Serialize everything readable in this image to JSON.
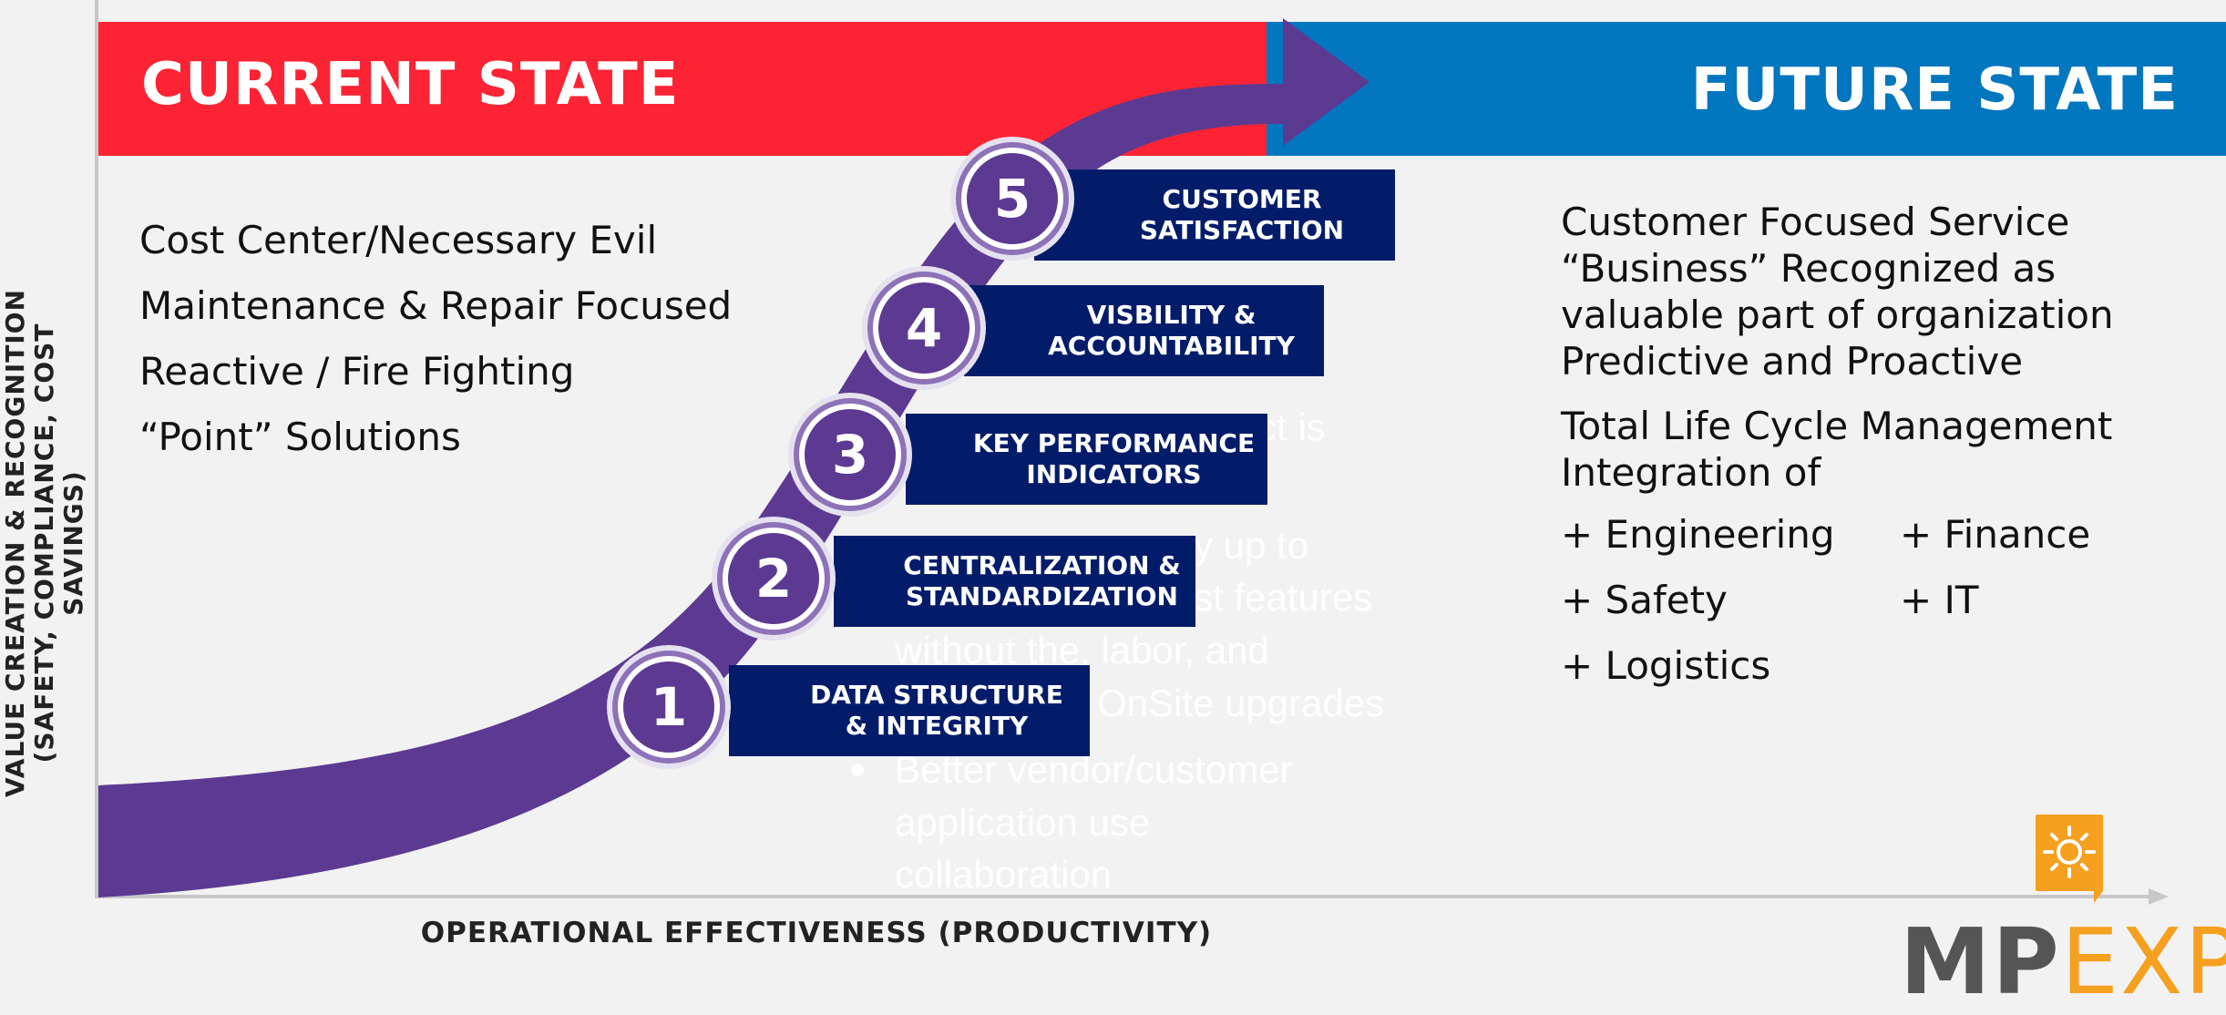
{
  "bands": {
    "current_title": "CURRENT STATE",
    "future_title": "FUTURE STATE",
    "current_color": "#fc2434",
    "future_color": "#0276be"
  },
  "current_state": {
    "items": [
      "Cost Center/Necessary Evil",
      "Maintenance & Repair Focused",
      "Reactive / Fire Fighting",
      "“Point” Solutions"
    ]
  },
  "future_state": {
    "lines": [
      "Customer Focused Service",
      "“Business”  Recognized as",
      "valuable part of organization",
      "Predictive and Proactive"
    ],
    "lifecycle": [
      "Total Life Cycle Management",
      "Integration of"
    ],
    "integration": [
      "+ Engineering",
      "+ Finance",
      "+ Safety",
      "+ IT",
      "+ Logistics"
    ]
  },
  "steps": [
    {
      "number": "1",
      "label": "DATA STRUCTURE\n& INTEGRITY"
    },
    {
      "number": "2",
      "label": "CENTRALIZATION &\nSTANDARDIZATION"
    },
    {
      "number": "3",
      "label": "KEY PERFORMANCE\nINDICATORS"
    },
    {
      "number": "4",
      "label": "VISBILITY &\nACCOUNTABILITY"
    },
    {
      "number": "5",
      "label": "CUSTOMER\nSATISFACTION"
    }
  ],
  "background_text": {
    "fragments": [
      "ct is",
      "y up to",
      "st features",
      "without the, labor, and",
      "OnSite upgrades",
      "Better vendor/customer",
      "application use",
      "collaboration"
    ]
  },
  "axes": {
    "y_label": "VALUE CREATION &  RECOGNITION (SAFETY, COMPLIANCE, COST SAVINGS)",
    "x_label": "OPERATIONAL EFFECTIVENESS (PRODUCTIVITY)"
  },
  "logo": {
    "mp": "MP",
    "expo": "EXPO"
  },
  "colors": {
    "arrow": "#5c3a92",
    "step_box": "#031c6a",
    "logo_orange": "#f6a01f"
  }
}
